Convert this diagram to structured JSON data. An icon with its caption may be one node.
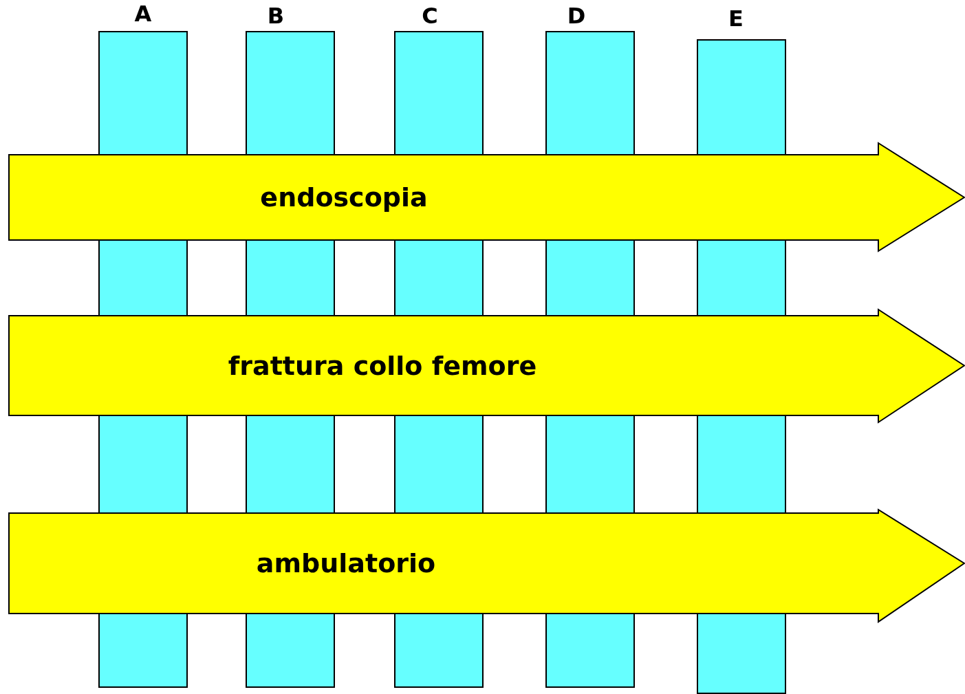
{
  "diagram": {
    "nodes": [
      {
        "text": [
          "A"
        ]
      },
      {
        "text": [
          "B"
        ]
      },
      {
        "text": [
          "C"
        ]
      },
      {
        "text": [
          "D"
        ]
      },
      {
        "text": [
          "E"
        ]
      },
      {
        "text": [
          "endoscopia"
        ]
      },
      {
        "text": [
          "frattura collo femore"
        ]
      },
      {
        "text": [
          "ambulatorio"
        ]
      }
    ]
  }
}
